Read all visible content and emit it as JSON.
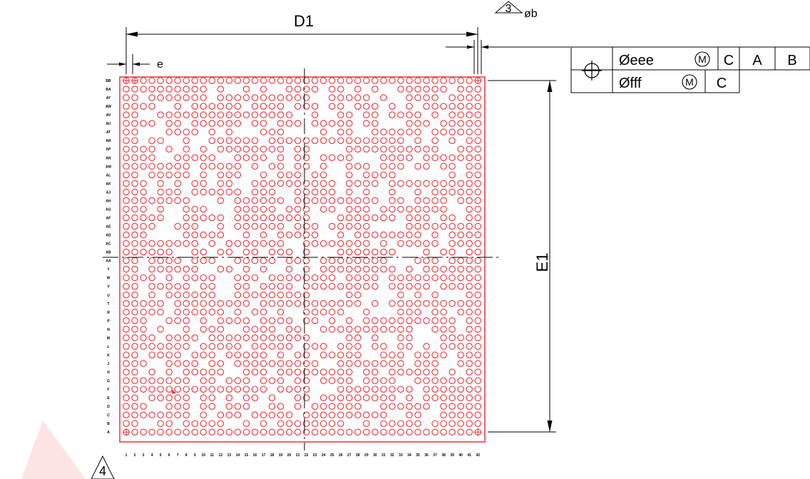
{
  "dimensions": {
    "d1_label": "D1",
    "e1_label": "E1",
    "pitch_label": "e",
    "ball_diameter_label": "øb",
    "note_ball_diameter": "3",
    "note_a1_marker": "4"
  },
  "feature_control_frame": {
    "row1": {
      "tolerance": "Øeee",
      "modifier": "M",
      "datums": [
        "C",
        "A",
        "B"
      ]
    },
    "row2": {
      "tolerance": "Øfff",
      "modifier": "M",
      "datums": [
        "C"
      ]
    }
  },
  "grid": {
    "columns": 42,
    "rows": 42,
    "column_labels": [
      "1",
      "2",
      "3",
      "4",
      "5",
      "6",
      "7",
      "8",
      "9",
      "10",
      "11",
      "12",
      "13",
      "14",
      "15",
      "16",
      "17",
      "18",
      "19",
      "20",
      "21",
      "22",
      "23",
      "24",
      "25",
      "26",
      "27",
      "28",
      "29",
      "30",
      "31",
      "32",
      "33",
      "34",
      "35",
      "36",
      "37",
      "38",
      "39",
      "40",
      "41",
      "42"
    ],
    "row_labels": [
      "BB",
      "BA",
      "AY",
      "AW",
      "AV",
      "AU",
      "AT",
      "AR",
      "AP",
      "AN",
      "AM",
      "AL",
      "AK",
      "AJ",
      "AH",
      "AG",
      "AF",
      "AE",
      "AD",
      "AC",
      "AB",
      "AA",
      "Y",
      "W",
      "V",
      "U",
      "T",
      "R",
      "P",
      "N",
      "M",
      "L",
      "K",
      "J",
      "H",
      "G",
      "F",
      "E",
      "D",
      "C",
      "B",
      "A"
    ],
    "ball_color": "#e8333a",
    "outline_color": "#e8333a",
    "corner_marker_color": "#e8333a"
  },
  "watermark": {
    "color": "#fde4e4"
  }
}
